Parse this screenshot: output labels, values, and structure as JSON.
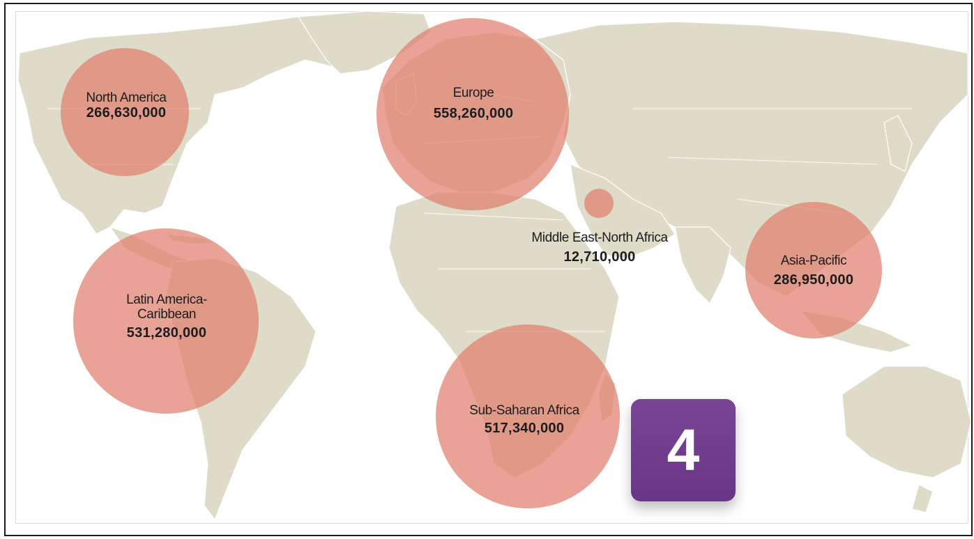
{
  "regions": [
    {
      "key": "north_america",
      "name": "North America",
      "value": "266,630,000"
    },
    {
      "key": "europe",
      "name": "Europe",
      "value": "558,260,000"
    },
    {
      "key": "middle_east",
      "name": "Middle East-North Africa",
      "value": "12,710,000"
    },
    {
      "key": "asia_pacific",
      "name": "Asia-Pacific",
      "value": "286,950,000"
    },
    {
      "key": "latin_america",
      "name_line1": "Latin America-",
      "name_line2": "Caribbean",
      "value": "531,280,000"
    },
    {
      "key": "sub_saharan",
      "name": "Sub-Saharan Africa",
      "value": "517,340,000"
    }
  ],
  "badge": {
    "number": "4",
    "color": "#6f3a8c"
  },
  "colors": {
    "land": "#dedbc8",
    "bubble": "#e0806e",
    "ocean": "#ffffff"
  }
}
